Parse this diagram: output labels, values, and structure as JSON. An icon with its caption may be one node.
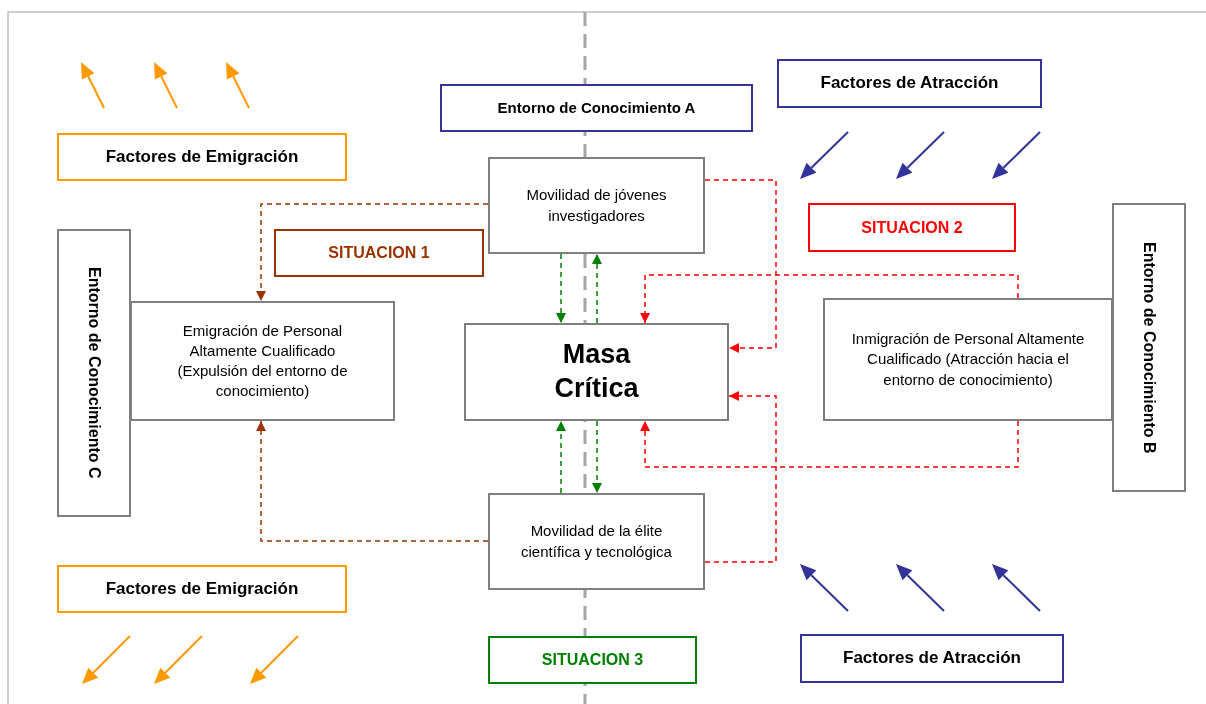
{
  "diagram": {
    "nodes": [
      {
        "text": [
          "Entorno de Conocimiento A"
        ]
      },
      {
        "text": [
          "Factores de Atracción"
        ]
      },
      {
        "text": [
          "Factores de Emigración"
        ]
      },
      {
        "text": [
          "Movilidad de jóvenes investigadores"
        ]
      },
      {
        "text": [
          "SITUACION 1"
        ]
      },
      {
        "text": [
          "SITUACION 2"
        ]
      },
      {
        "text": [
          "Entorno de Conocimiento C"
        ]
      },
      {
        "text": [
          "Emigración de Personal Altamente Cualificado (Expulsión del entorno de conocimiento)"
        ]
      },
      {
        "text": [
          "Masa Crítica"
        ]
      },
      {
        "text": [
          "Inmigración de Personal Altamente Cualificado (Atracción hacia el entorno de conocimiento)"
        ]
      },
      {
        "text": [
          "Entorno de Conocimiento B"
        ]
      },
      {
        "text": [
          "Movilidad de la élite científica y tecnológica"
        ]
      },
      {
        "text": [
          "Factores de Emigración"
        ]
      },
      {
        "text": [
          "SITUACION 3"
        ]
      },
      {
        "text": [
          "Factores de Atracción"
        ]
      }
    ],
    "edges": [
      {
        "from": 3,
        "to": 7,
        "arrow": "to",
        "style": "dashed",
        "color": "#993300"
      },
      {
        "from": 11,
        "to": 7,
        "arrow": "to",
        "style": "dashed",
        "color": "#993300"
      },
      {
        "from": 3,
        "to": 8,
        "arrow": "to",
        "style": "dashed",
        "color": "#008000"
      },
      {
        "from": 8,
        "to": 3,
        "arrow": "to",
        "style": "dashed",
        "color": "#008000"
      },
      {
        "from": 11,
        "to": 8,
        "arrow": "to",
        "style": "dashed",
        "color": "#008000"
      },
      {
        "from": 8,
        "to": 11,
        "arrow": "to",
        "style": "dashed",
        "color": "#008000"
      },
      {
        "from": 3,
        "to": 8,
        "arrow": "to",
        "style": "dashed",
        "color": "#ff0000"
      },
      {
        "from": 11,
        "to": 8,
        "arrow": "to",
        "style": "dashed",
        "color": "#ff0000"
      },
      {
        "from": 9,
        "to": 8,
        "arrow": "to",
        "style": "dashed",
        "color": "#ff0000"
      },
      {
        "from": 9,
        "to": 8,
        "arrow": "to",
        "style": "dashed",
        "color": "#ff0000"
      }
    ]
  }
}
